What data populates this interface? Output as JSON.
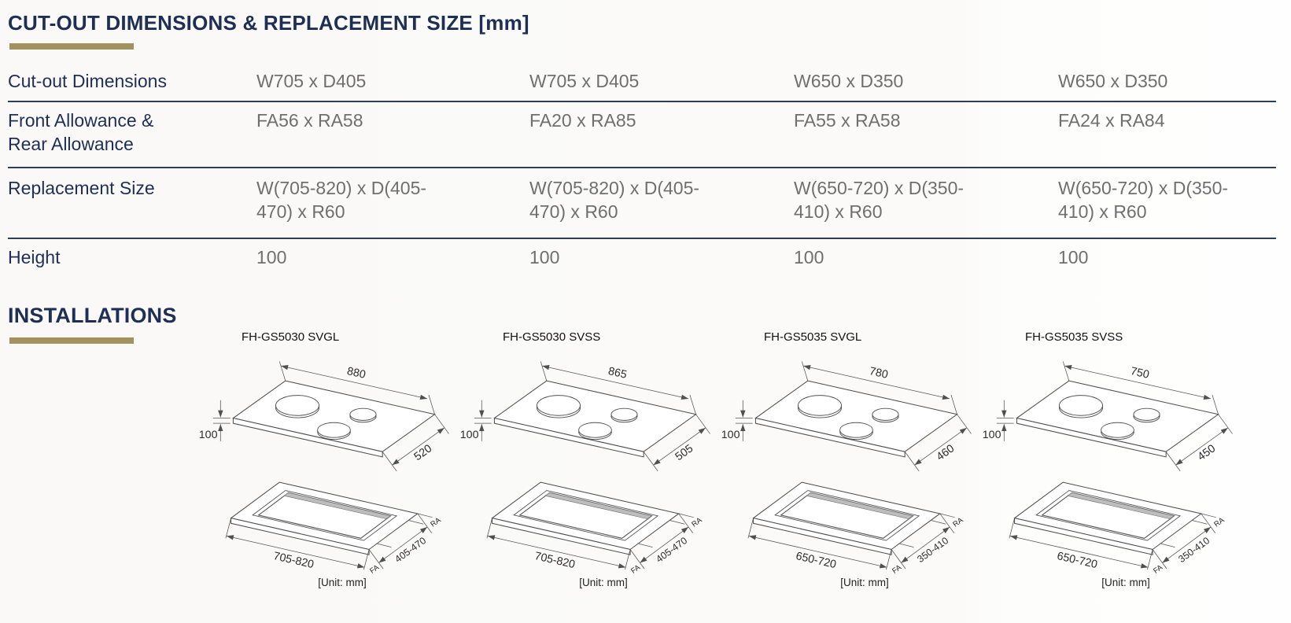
{
  "cutout_section": {
    "title": "CUT-OUT DIMENSIONS & REPLACEMENT SIZE [mm]",
    "table": {
      "rows": [
        {
          "label": "Cut-out Dimensions",
          "values": [
            "W705 x D405",
            "W705 x D405",
            "W650 x D350",
            "W650 x D350"
          ]
        },
        {
          "label": "Front Allowance & Rear Allowance",
          "values": [
            "FA56 x RA58",
            "FA20 x RA85",
            "FA55 x RA58",
            "FA24 x RA84"
          ]
        },
        {
          "label": "Replacement Size",
          "values": [
            "W(705-820) x D(405-470) x R60",
            "W(705-820) x D(405-470) x R60",
            "W(650-720) x D(350-410) x R60",
            "W(650-720) x D(350-410) x R60"
          ]
        },
        {
          "label": "Height",
          "values": [
            "100",
            "100",
            "100",
            "100"
          ]
        }
      ]
    }
  },
  "installations": {
    "title": "INSTALLATIONS",
    "unit_label": "[Unit: mm]",
    "items": [
      {
        "model": "FH-GS5030 SVGL",
        "top_width": "880",
        "height": "100",
        "side_depth": "520",
        "cutout_width": "705-820",
        "cutout_depth": "405-470",
        "rear_allowance_label": "RA",
        "front_allowance_label": "FA"
      },
      {
        "model": "FH-GS5030 SVSS",
        "top_width": "865",
        "height": "100",
        "side_depth": "505",
        "cutout_width": "705-820",
        "cutout_depth": "405-470",
        "rear_allowance_label": "RA",
        "front_allowance_label": "FA"
      },
      {
        "model": "FH-GS5035 SVGL",
        "top_width": "780",
        "height": "100",
        "side_depth": "460",
        "cutout_width": "650-720",
        "cutout_depth": "350-410",
        "rear_allowance_label": "RA",
        "front_allowance_label": "FA"
      },
      {
        "model": "FH-GS5035 SVSS",
        "top_width": "750",
        "height": "100",
        "side_depth": "450",
        "cutout_width": "650-720",
        "cutout_depth": "350-410",
        "rear_allowance_label": "RA",
        "front_allowance_label": "FA"
      }
    ]
  },
  "colors": {
    "navy": "#1e2f55",
    "gold_accent": "#a29260",
    "value_gray": "#6f6f6f",
    "separator_line": "#2e3d5c"
  }
}
